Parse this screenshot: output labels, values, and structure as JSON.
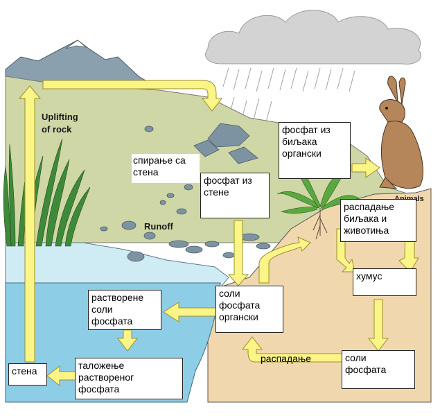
{
  "labels": {
    "uplift_line1": "Uplifting",
    "uplift_line2": "of rock",
    "runoff": "Runoff",
    "animals": "Animals",
    "weathering_line1": "спирање са",
    "weathering_line2": "стена",
    "phosphate_rock_line1": "фосфат из",
    "phosphate_rock_line2": "стене",
    "plant_phosphate_line1": "фосфат из",
    "plant_phosphate_line2": "биљака",
    "plant_phosphate_line3": "органски",
    "decay_line1": "распадање",
    "decay_line2": "биљака и",
    "decay_line3": "животиња",
    "humus": "хумус",
    "salts_organic_line1": "соли",
    "salts_organic_line2": "фосфата",
    "salts_organic_line3": "органски",
    "dissolved_line1": "растворене",
    "dissolved_line2": "соли",
    "dissolved_line3": "фосфата",
    "sediment_line1": "таложење",
    "sediment_line2": "раствореног",
    "sediment_line3": "фосфата",
    "rock": "стена",
    "decomposition": "распадање",
    "phosphate_salts_line1": "соли",
    "phosphate_salts_line2": "фосфата"
  },
  "colors": {
    "arrow": "#fbf486",
    "arrow_stroke": "#9a8f2a",
    "ground": "#cfd7a6",
    "soil": "#f1d7ae",
    "water": "#a9dcec",
    "deep_water": "#8ecde6",
    "mountain": "#8aa0ae",
    "cloud": "#d3d3d3"
  }
}
